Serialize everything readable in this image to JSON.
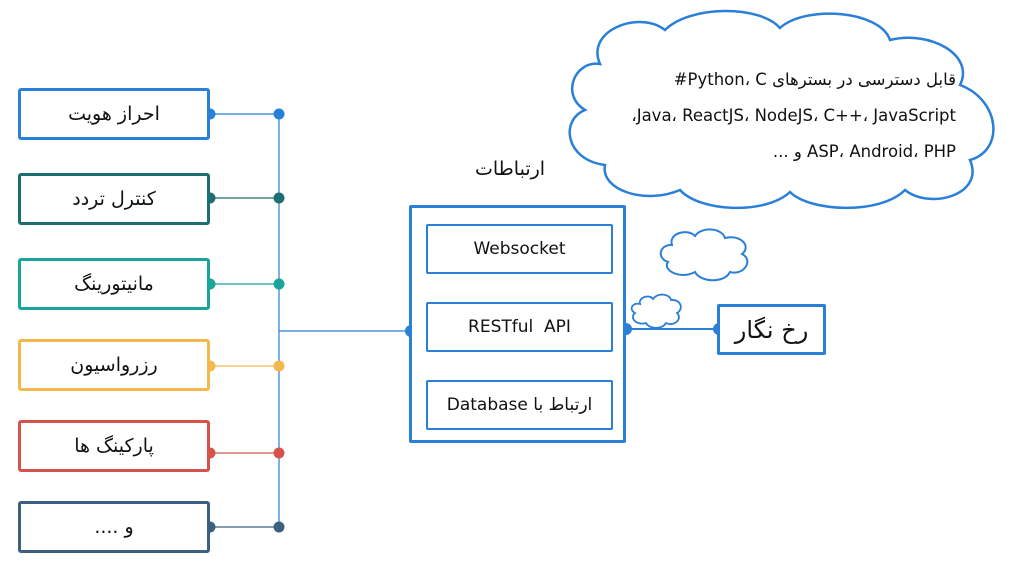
{
  "modules": [
    {
      "label": "احراز هویت",
      "color": "#2a7fd6"
    },
    {
      "label": "کنترل تردد",
      "color": "#1d6e72"
    },
    {
      "label": "مانیتورینگ",
      "color": "#1aa59b"
    },
    {
      "label": "رزرواسیون",
      "color": "#f4b94c"
    },
    {
      "label": "پارکینگ ها",
      "color": "#d6534c"
    },
    {
      "label": "و ....",
      "color": "#3d6080"
    }
  ],
  "comm": {
    "title": "ارتباطات",
    "items": [
      "Websocket",
      "RESTful  API",
      "ارتباط با Database"
    ],
    "color": "#2a7fd6"
  },
  "rokhnegar": {
    "label": "رخ نگار"
  },
  "cloud": {
    "lines": [
      "قابل دسترسی در بسترهای Python، C#",
      "Java، ReactJS، NodeJS، C++، JavaScript،",
      "ASP، Android، PHP و ..."
    ]
  }
}
